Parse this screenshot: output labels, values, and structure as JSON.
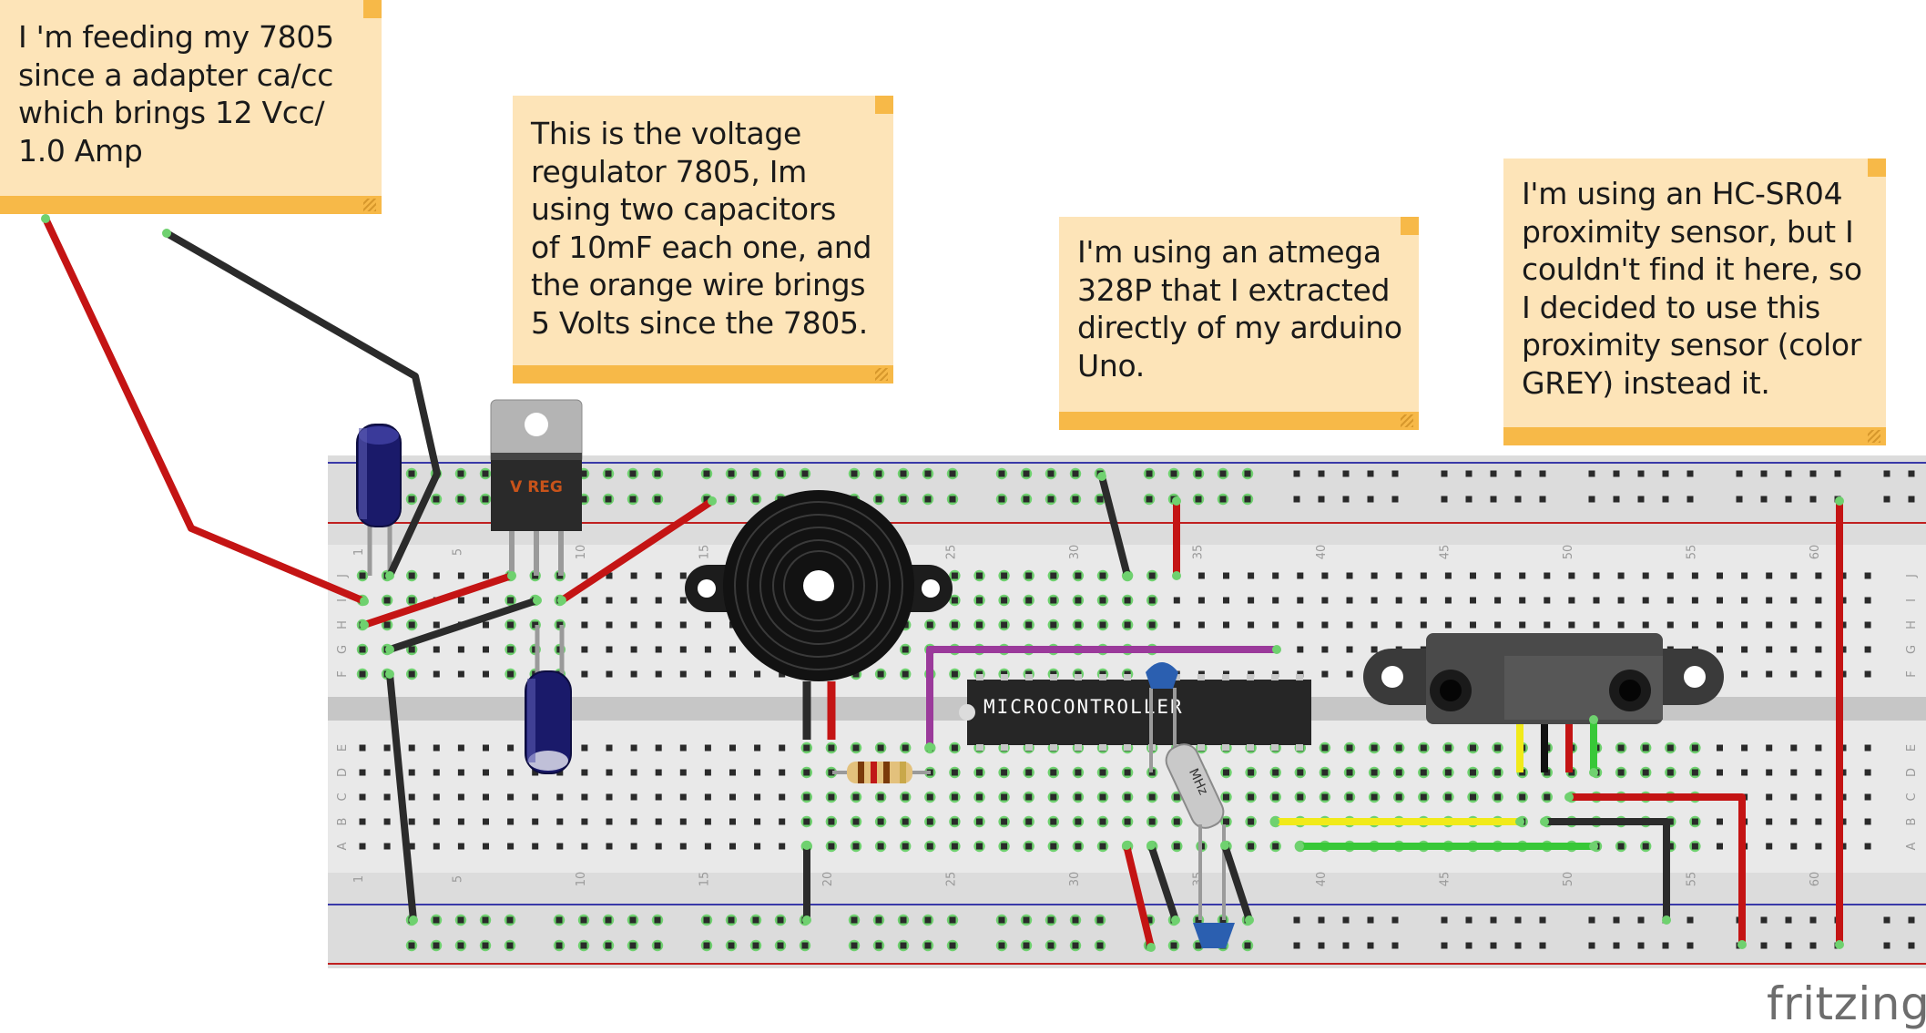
{
  "notes": [
    {
      "id": "note-adapter",
      "text": "I 'm feeding my 7805\nsince a adapter ca/cc\nwhich brings 12 Vcc/\n1.0 Amp"
    },
    {
      "id": "note-regulator",
      "text": "This is the voltage\nregulator 7805, Im\nusing two capacitors\nof 10mF each one, and\nthe orange wire brings\n5 Volts since the 7805."
    },
    {
      "id": "note-atmega",
      "text": "I'm using an atmega\n328P that I extracted\ndirectly of my arduino\nUno."
    },
    {
      "id": "note-sensor",
      "text": "I'm using an HC-SR04\nproximity sensor, but I\ncouldn't find it here, so\nI decided to use this\nproximity sensor (color\nGREY) instead it."
    }
  ],
  "components": {
    "regulator_label": "V REG",
    "microcontroller_label": "MICROCONTROLLER",
    "crystal_label": "MHz"
  },
  "breadboard": {
    "column_numbers": [
      "1",
      "5",
      "10",
      "15",
      "20",
      "25",
      "30",
      "35",
      "40",
      "45",
      "50",
      "55",
      "60"
    ],
    "row_letters_top": [
      "J",
      "I",
      "H",
      "G",
      "F"
    ],
    "row_letters_bottom": [
      "E",
      "D",
      "C",
      "B",
      "A"
    ]
  },
  "colors": {
    "wire_red": "#c41414",
    "wire_black": "#2b2b2b",
    "wire_purple": "#9b3a9b",
    "wire_yellow": "#f1ea1a",
    "wire_green": "#38c838",
    "note_fill": "#fde4b8",
    "note_strip": "#f7b948"
  },
  "brand": {
    "logo": "fritzing"
  }
}
